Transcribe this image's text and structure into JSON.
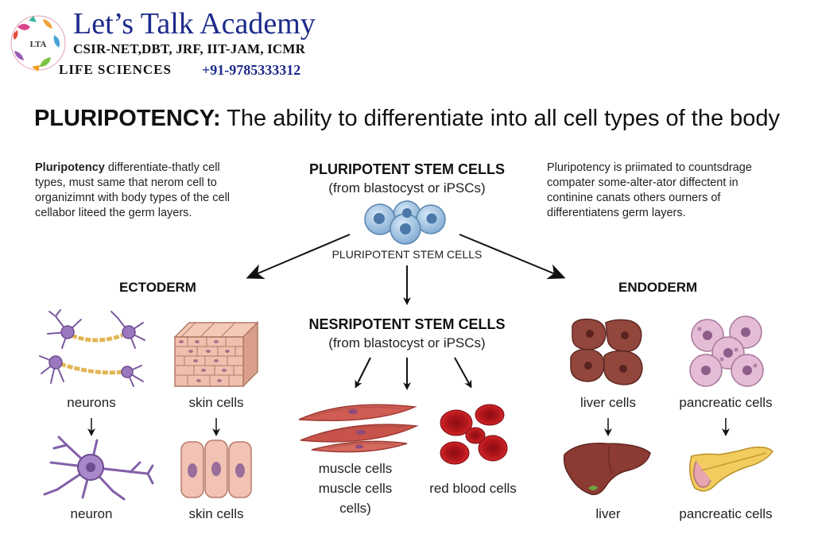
{
  "brand": {
    "name": "Let’s Talk Academy",
    "courses": "CSIR-NET,DBT, JRF, IIT-JAM, ICMR",
    "department": "LIFE SCIENCES",
    "phone": "+91-9785333312",
    "logo_text": "LTA"
  },
  "title": {
    "bold": "PLURIPOTENCY:",
    "rest": " The ability to differentiate into all cell types of the body"
  },
  "left_text": {
    "bold": "Pluripotency",
    "rest": " differentiate-thatly cell types, must same that nerom cell to organizimnt with body types of the cell cellabor liteed the germ layers."
  },
  "right_text": "Pluripotency is priimated to countsdrage compater some-alter-ator diffectent in continine canats others ourners of differentiatens germ layers.",
  "center": {
    "heading": "PLURIPOTENT STEM CELLS",
    "subheading": "(from blastocyst or iPSCs)",
    "cluster_label": "PLURIPOTENT STEM CELLS"
  },
  "ectoderm": {
    "label": "ECTODERM",
    "neurons": "neurons",
    "skin_cells": "skin cells",
    "neuron": "neuron",
    "skin_cells_2": "skin cells"
  },
  "endoderm": {
    "label": "ENDODERM",
    "liver_cells": "liver cells",
    "pancreatic_cells": "pancreatic cells",
    "liver": "liver",
    "pancreatic_cells_2": "pancreatic cells"
  },
  "mesoderm": {
    "heading": "NESRIPOTENT STEM CELLS",
    "subheading": "(from blastocyst or iPSCs)",
    "muscle_1": "muscle cells",
    "muscle_2": "muscle cells",
    "muscle_3": "cells)",
    "rbc": "red blood cells"
  },
  "colors": {
    "brand_blue": "#1b2a8a",
    "stem_blue": "#8fb8de",
    "neuron_purple": "#8d6aae",
    "skin_pink": "#e8b8a8",
    "muscle_red": "#c8534a",
    "rbc_red": "#c41e22",
    "liver_brown": "#8f3f36",
    "pancreas_pink": "#e2bad3",
    "pancreas_yellow": "#f0c95a"
  }
}
